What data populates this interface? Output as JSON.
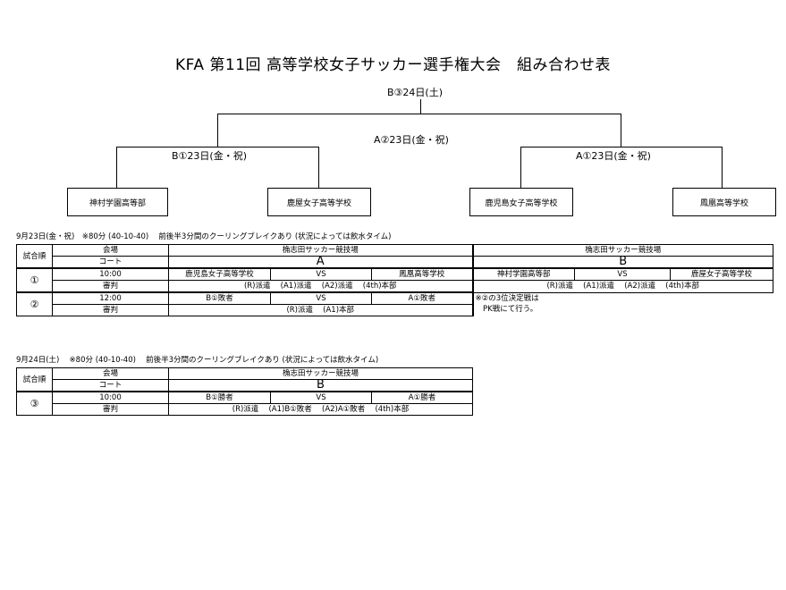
{
  "title": "KFA 第11回 高等学校女子サッカー選手権大会　組み合わせ表",
  "bracket": {
    "final_label": "B③24日(土)",
    "third_place_label": "A②23日(金・祝)",
    "left_semi_label": "B①23日(金・祝)",
    "right_semi_label": "A①23日(金・祝)",
    "teams": [
      "神村学園高等部",
      "鹿屋女子高等学校",
      "鹿児島女子高等学校",
      "鳳凰高等学校"
    ]
  },
  "day1": {
    "header_note": "9月23日(金・祝)　※80分 (40-10-40)　 前後半3分間のクーリングブレイクあり (状況によっては飲水タイム)",
    "col_match_no": "試合順",
    "row_venue": "会場",
    "row_court": "コート",
    "venue_a": "桷志田サッカー競技場",
    "venue_b": "桷志田サッカー競技場",
    "court_a": "A",
    "court_b": "B",
    "referee_label": "審判",
    "matches": [
      {
        "no": "①",
        "time": "10:00",
        "a_home": "鹿児島女子高等学校",
        "a_vs": "VS",
        "a_away": "鳳凰高等学校",
        "b_home": "神村学園高等部",
        "b_vs": "VS",
        "b_away": "鹿屋女子高等学校",
        "a_ref": "(R)派遣　 (A1)派遣　 (A2)派遣　 (4th)本部",
        "b_ref": "(R)派遣　 (A1)派遣　 (A2)派遣　 (4th)本部"
      },
      {
        "no": "②",
        "time": "12:00",
        "a_home": "B①敗者",
        "a_vs": "VS",
        "a_away": "A①敗者",
        "a_ref": "(R)派遣　 (A1)本部"
      }
    ],
    "side_note": [
      "※②の3位決定戦は",
      "　PK戦にて行う。"
    ]
  },
  "day2": {
    "header_note": "9月24日(土)　 ※80分 (40-10-40)　 前後半3分間のクーリングブレイクあり (状況によっては飲水タイム)",
    "col_match_no": "試合順",
    "row_venue": "会場",
    "row_court": "コート",
    "venue": "桷志田サッカー競技場",
    "court": "B",
    "referee_label": "審判",
    "match": {
      "no": "③",
      "time": "10:00",
      "home": "B①勝者",
      "vs": "VS",
      "away": "A①勝者",
      "ref": "(R)派遣　 (A1)B①敗者　 (A2)A①敗者　 (4th)本部"
    }
  }
}
